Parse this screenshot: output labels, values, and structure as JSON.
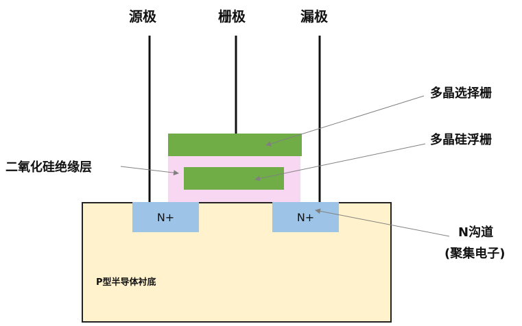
{
  "terminals": {
    "source": "源极",
    "gate": "栅极",
    "drain": "漏极"
  },
  "callouts": {
    "select_gate": "多晶选择栅",
    "floating_gate": "多晶硅浮栅",
    "oxide": "二氧化硅绝缘层",
    "channel_line1": "N沟道",
    "channel_line2": "(聚集电子)"
  },
  "regions": {
    "n_plus_left": "N+",
    "n_plus_right": "N+",
    "substrate": "P型半导体衬底"
  },
  "colors": {
    "substrate_fill": "#fff2cc",
    "n_plus_fill": "#9dc3e6",
    "gate_fill": "#70ad47",
    "oxide_fill": "#f8d7f2",
    "leader_line": "#808080"
  }
}
